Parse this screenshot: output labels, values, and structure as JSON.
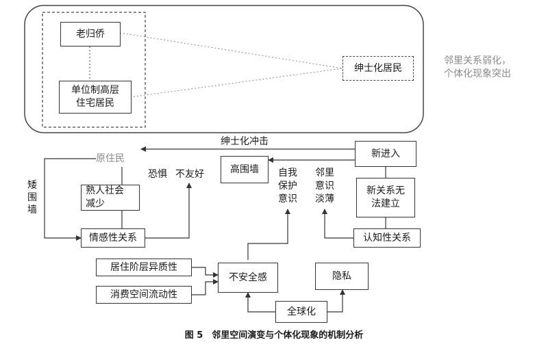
{
  "top_group": {
    "lao_gui_qiao": "老归侨",
    "danwei": "单位制高层\n住宅居民",
    "shenshi": "绅士化居民",
    "note": "邻里关系弱化，\n个体化现象突出"
  },
  "bottom": {
    "shenshi_chongji": "绅士化冲击",
    "yuan_zhumin": "原住民",
    "xin_jinru": "新进入",
    "gao_weiqiang": "高围墙",
    "ai_weiqiang": "矮\n围\n墙",
    "kongju": "恐惧",
    "buyouhao": "不友好",
    "ziwo_baohu": "自我\n保护\n意识",
    "linli_danbo": "邻里\n意识\n淡薄",
    "shuren": "熟人社会\n减少",
    "xin_guanxi": "新关系无\n法建立",
    "qinggan": "情感性关系",
    "renzhi": "认知性关系",
    "juzhu": "居住阶层异质性",
    "xiaofei": "消费空间流动性",
    "bu_anquan": "不安全感",
    "yinsi": "隐私",
    "quanqiuhua": "全球化"
  },
  "caption": "图 5　邻里空间演变与个体化现象的机制分析"
}
